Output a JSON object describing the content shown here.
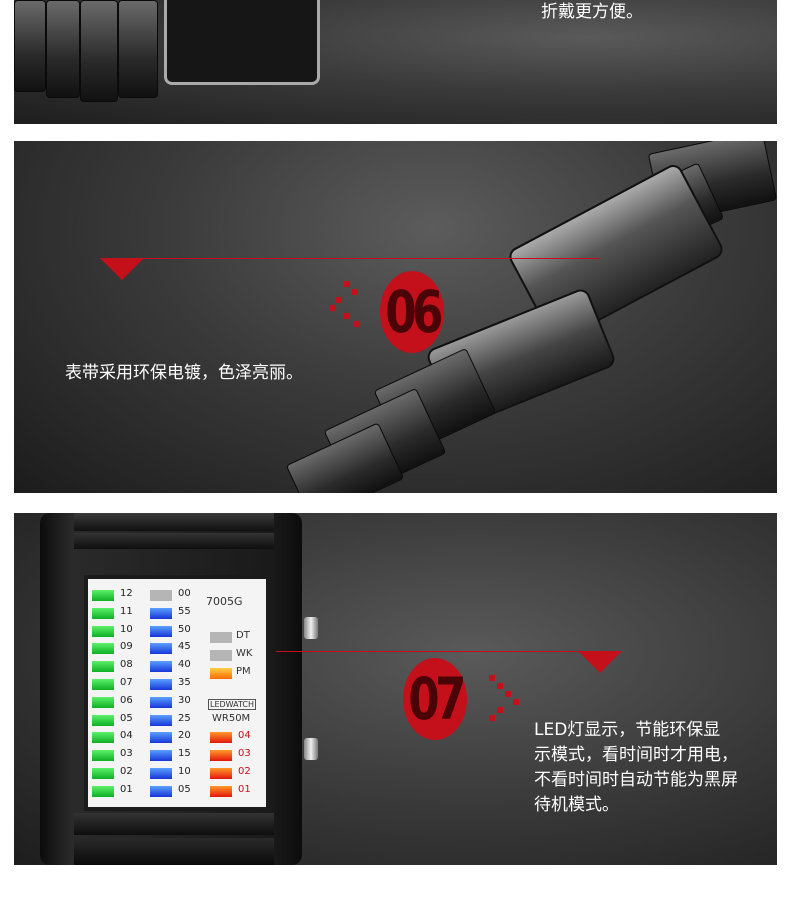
{
  "top_section": {
    "caption": "折戴更方便。"
  },
  "mid_section": {
    "badge_number": "06",
    "caption": "表带采用环保电镀，色泽亮丽。"
  },
  "bot_section": {
    "badge_number": "07",
    "caption_lines": [
      "LED灯显示，节能环保显",
      "示模式，看时间时才用电，",
      "不看时间时自动节能为黑屏",
      "待机模式。"
    ]
  },
  "watch_face": {
    "model": "7005G",
    "brand": "LEDWATCH",
    "water_resist": "WR50M",
    "hours": [
      "12",
      "11",
      "10",
      "09",
      "08",
      "07",
      "06",
      "05",
      "04",
      "03",
      "02",
      "01"
    ],
    "minutes": [
      "00",
      "55",
      "50",
      "45",
      "40",
      "35",
      "30",
      "25",
      "20",
      "15",
      "10",
      "05"
    ],
    "indicators": [
      "DT",
      "WK",
      "PM"
    ],
    "days": [
      "04",
      "03",
      "02",
      "01"
    ]
  },
  "colors": {
    "accent_red": "#c4101a",
    "led_green": "#0db024",
    "led_blue": "#1736d8",
    "led_red": "#e3160c"
  }
}
